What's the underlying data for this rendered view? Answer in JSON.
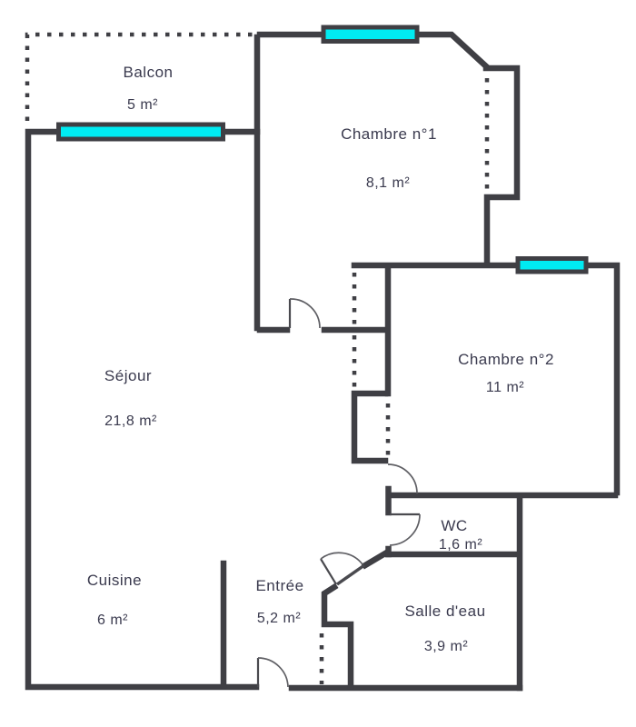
{
  "figure": {
    "type": "floor-plan",
    "unit": "m²"
  },
  "colors": {
    "wall": "#3f3f44",
    "door_line": "#4a4a4f",
    "door_arc": "#5f5f64",
    "window_fill": "#00ebf2",
    "text": "#3a3a4e",
    "background": "#ffffff"
  },
  "rooms": [
    {
      "name": "Balcon",
      "area": "5  m²"
    },
    {
      "name": "Chambre n°1",
      "area": "8,1  m²"
    },
    {
      "name": "Chambre n°2",
      "area": "11  m²"
    },
    {
      "name": "Séjour",
      "area": "21,8  m²"
    },
    {
      "name": "Cuisine",
      "area": "6  m²"
    },
    {
      "name": "Entrée",
      "area": "5,2  m²"
    },
    {
      "name": "WC",
      "area": "1,6  m²"
    },
    {
      "name": "Salle d'eau",
      "area": "3,9  m²"
    }
  ]
}
